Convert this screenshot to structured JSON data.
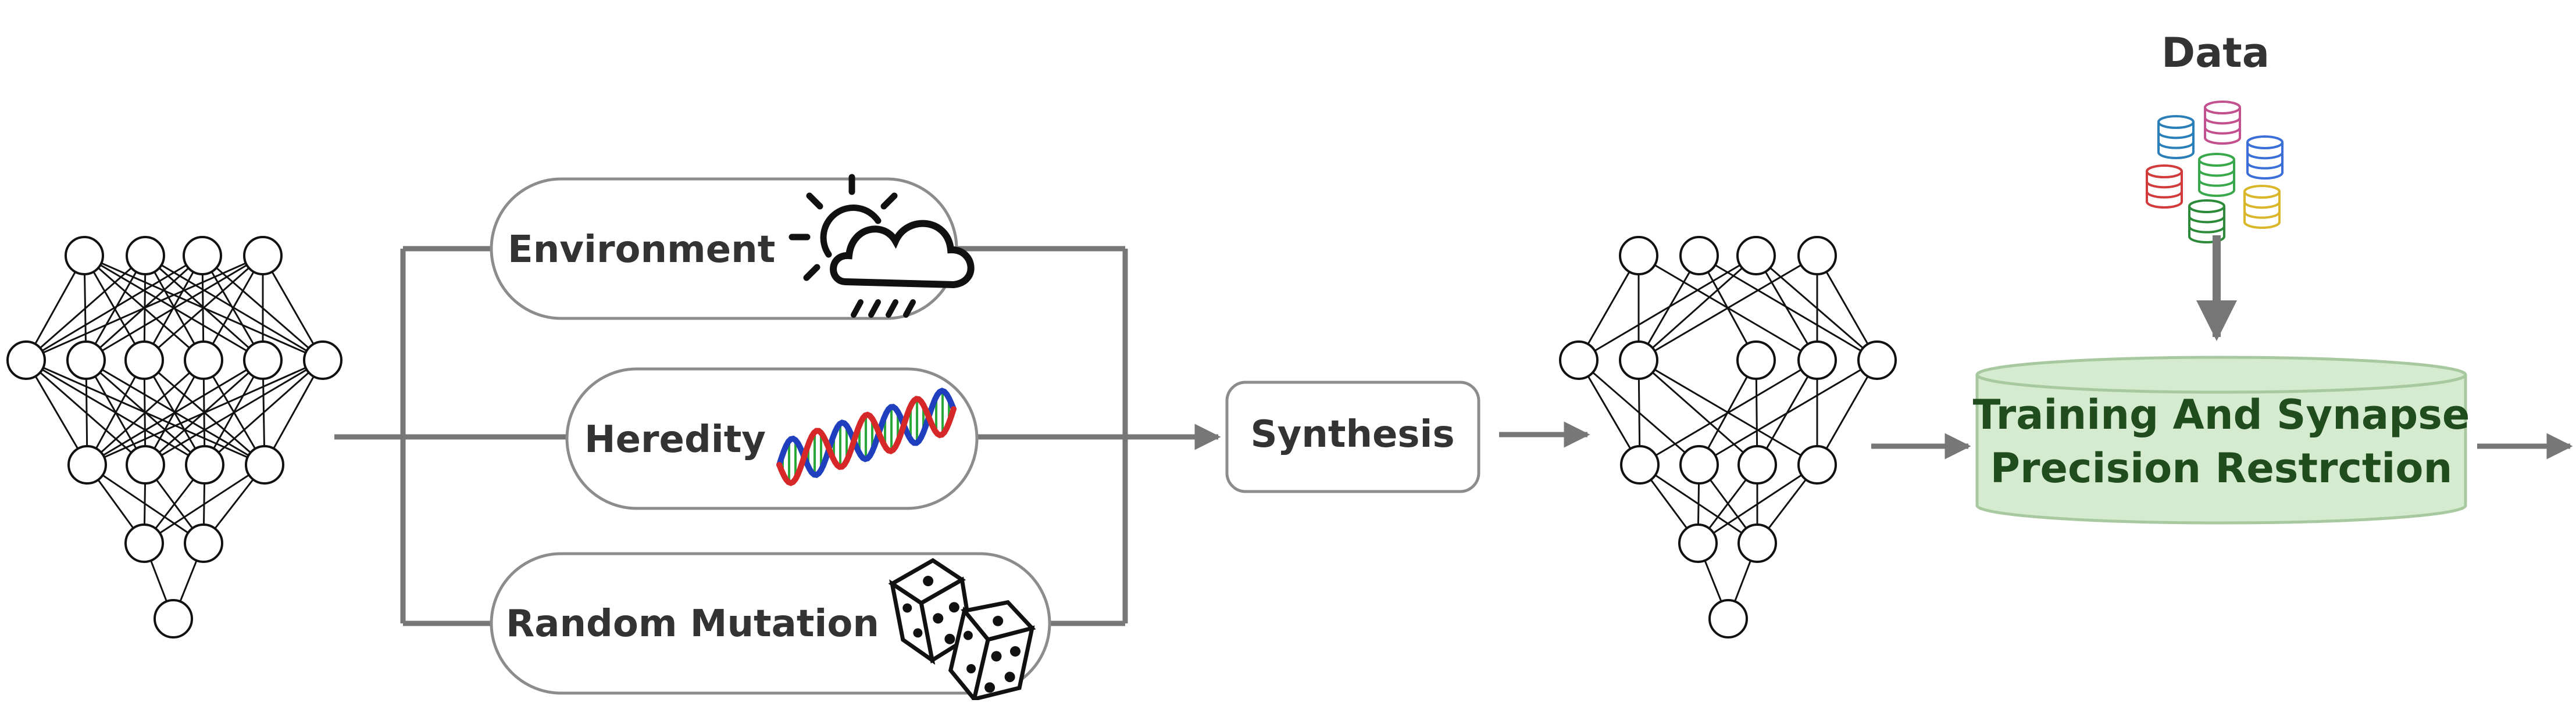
{
  "diagram": {
    "data_label": "Data",
    "factors": [
      {
        "id": "environment",
        "label": "Environment",
        "icon": "weather-cloud-rain-icon"
      },
      {
        "id": "heredity",
        "label": "Heredity",
        "icon": "dna-helix-icon"
      },
      {
        "id": "random_mutation",
        "label": "Random Mutation",
        "icon": "dice-icon"
      }
    ],
    "synthesis_label": "Synthesis",
    "training_label_line1": "Training And Synapse",
    "training_label_line2": "Precision Restrction",
    "colors": {
      "line": "#777777",
      "box_stroke": "#8c8c8c",
      "training_fill": "#d5ebcf",
      "training_stroke": "#a8c9a0",
      "training_text": "#214d1e",
      "dna_red": "#d62828",
      "dna_blue": "#1f3fbf",
      "dna_green": "#2aa838",
      "db_colors": [
        "#2a7fb8",
        "#c2508e",
        "#3b6fd8",
        "#d13b3b",
        "#38a84a",
        "#d9b62a",
        "#2d8a3a"
      ]
    }
  }
}
